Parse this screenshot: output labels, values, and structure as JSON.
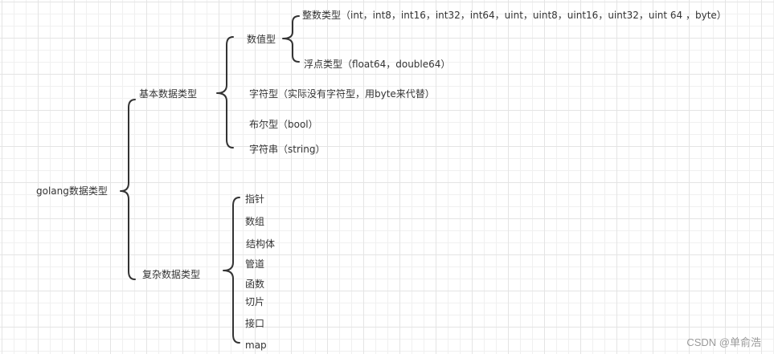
{
  "root": {
    "label": "golang数据类型"
  },
  "basic": {
    "label": "基本数据类型",
    "numeric": {
      "label": "数值型",
      "integer": "整数类型（int，int8，int16，int32，int64，uint，uint8，uint16，uint32，uint 64  ，byte）",
      "float": "浮点类型（float64，double64）"
    },
    "char": "字符型（实际没有字符型，用byte来代替）",
    "bool": "布尔型（bool）",
    "string": "字符串（string）"
  },
  "complex": {
    "label": "复杂数据类型",
    "items": [
      "指针",
      "数组",
      "结构体",
      "管道",
      "函数",
      "切片",
      "接口",
      "map"
    ]
  },
  "watermark": "CSDN @单俞浩"
}
